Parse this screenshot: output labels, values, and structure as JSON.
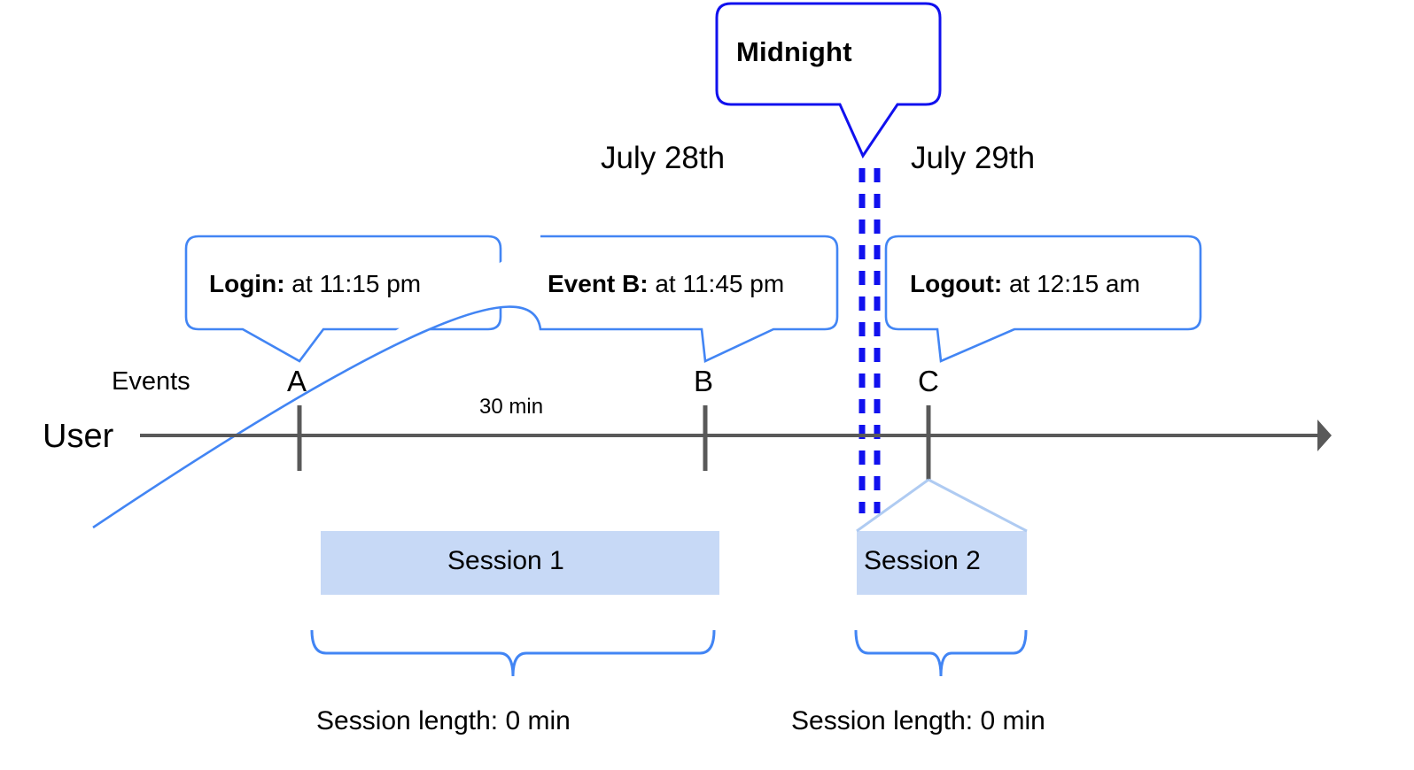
{
  "diagram": {
    "title_callout": {
      "label": "Midnight",
      "border_color": "#1111EE",
      "text_color": "#000000"
    },
    "day_labels": [
      {
        "id": "day-left",
        "text": "July 28th"
      },
      {
        "id": "day-right",
        "text": "July 29th"
      }
    ],
    "axis": {
      "row_label": "User",
      "events_label": "Events",
      "line_color": "#595959",
      "tick_color": "#595959"
    },
    "event_callouts": [
      {
        "id": "callout-login",
        "bold": "Login:",
        "rest": " at 11:15 pm",
        "border_color": "#4285F4"
      },
      {
        "id": "callout-event-b",
        "bold": "Event B:",
        "rest": " at 11:45 pm",
        "border_color": "#4285F4"
      },
      {
        "id": "callout-logout",
        "bold": "Logout:",
        "rest": " at 12:15 am",
        "border_color": "#4285F4"
      }
    ],
    "event_markers": [
      {
        "id": "marker-a",
        "label": "A"
      },
      {
        "id": "marker-b",
        "label": "B"
      },
      {
        "id": "marker-c",
        "label": "C"
      }
    ],
    "interval_label": "30 min",
    "sessions": [
      {
        "id": "session-1",
        "label": "Session 1",
        "fill_color": "#C7D9F6",
        "length_label": "Session length: 0 min"
      },
      {
        "id": "session-2",
        "label": "Session 2",
        "fill_color": "#C7D9F6",
        "length_label": "Session length: 0 min"
      }
    ],
    "midnight_divider": {
      "color": "#1111EE",
      "style": "double-dashed"
    },
    "brace_color": "#4285F4",
    "connector_color": "#AFCBF2"
  }
}
